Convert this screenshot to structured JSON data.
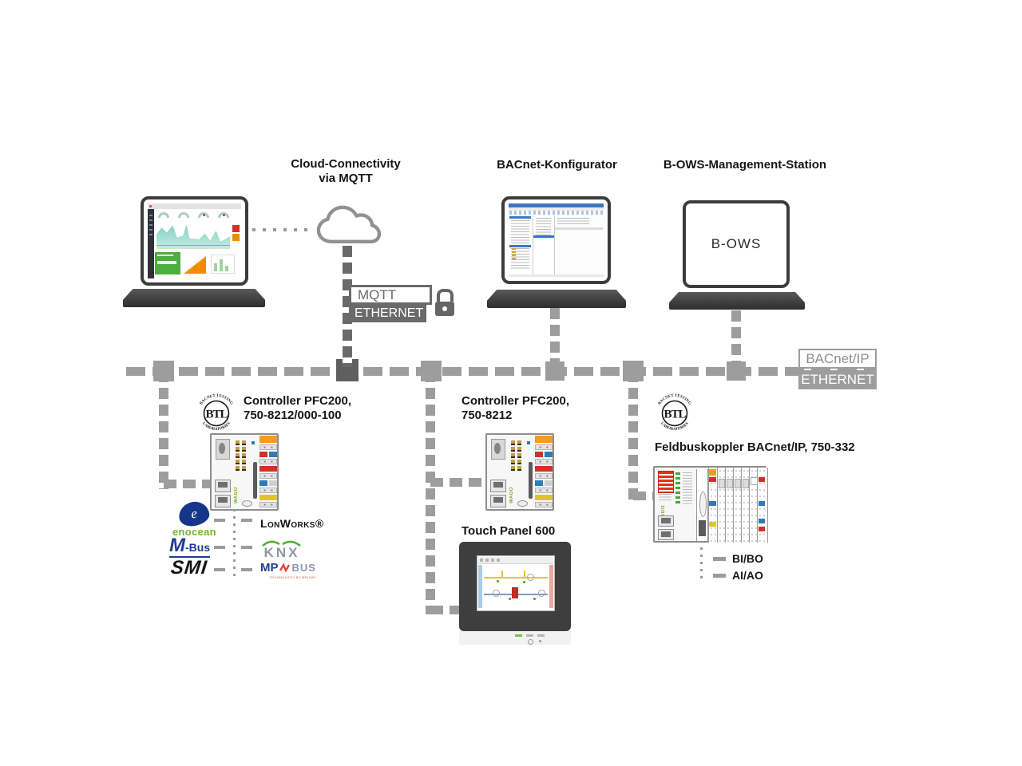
{
  "headings": {
    "cloud_line1": "Cloud-Connectivity",
    "cloud_line2": "via MQTT",
    "konfigurator": "BACnet-Konfigurator",
    "bows": "B-OWS-Management-Station"
  },
  "bus": {
    "mqtt": "MQTT",
    "ethernet_top": "ETHERNET",
    "bacnet_ip": "BACnet/IP",
    "ethernet_right": "ETHERNET"
  },
  "nodes": {
    "bows_screen_label": "B-OWS",
    "controller1_line1": "Controller PFC200,",
    "controller1_line2": "750-8212/000-100",
    "controller2_line1": "Controller PFC200,",
    "controller2_line2": "750-8212",
    "touch_panel": "Touch Panel 600",
    "coupler": "Feldbuskoppler BACnet/IP, 750-332",
    "wago": "WAGO"
  },
  "btl": {
    "center": "BTL",
    "arc_top": "BACNET TESTING",
    "arc_bottom": "LABORATORIES"
  },
  "protocols": {
    "enocean_e": "e",
    "enocean": "enocean",
    "lonworks": "LonWorks®",
    "mbus_m": "M",
    "mbus_rest": "-Bus",
    "knx": "KNX",
    "smi": "SMI",
    "mp": "MP",
    "mp_bus": "BUS",
    "mp_sub": "TECHNOLOGY BY BELIMO"
  },
  "io": {
    "bibo": "BI/BO",
    "aiao": "AI/AO"
  },
  "colors": {
    "line_gray": "#9d9d9d",
    "line_dark": "#6a6a6a",
    "wago_green": "#6eaf23",
    "enocean_blue": "#16368c",
    "enocean_green": "#76b82a",
    "mbus_blue": "#1b3d91",
    "knx_gray": "#9097a1",
    "knx_green": "#52ae32",
    "mp_blue": "#1d3f94",
    "mp_red": "#e8423c",
    "panel_dark": "#3e3e3e"
  }
}
